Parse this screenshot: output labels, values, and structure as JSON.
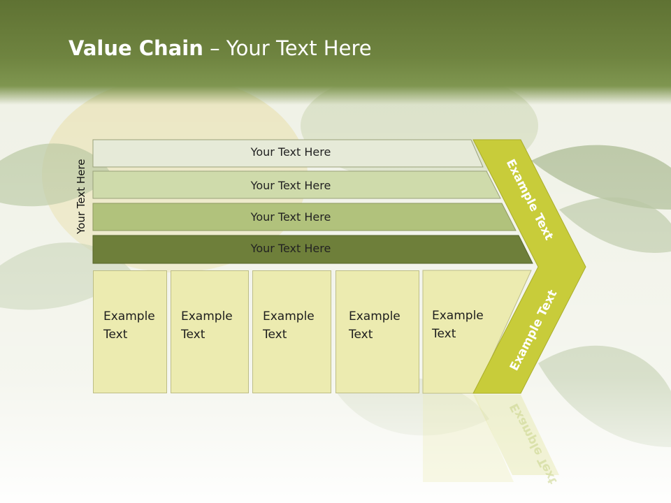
{
  "slide": {
    "title_bold": "Value Chain",
    "title_rest": " – Your Text Here",
    "vertical_label": "Your Text Here"
  },
  "bars": [
    {
      "label": "Your Text Here",
      "color": "#e6ead8"
    },
    {
      "label": "Your Text Here",
      "color": "#cfdbab"
    },
    {
      "label": "Your Text Here",
      "color": "#b1c27c"
    },
    {
      "label": "Your Text Here",
      "color": "#6e7f3a"
    }
  ],
  "boxes": [
    {
      "line1": "Example",
      "line2": "Text"
    },
    {
      "line1": "Example",
      "line2": "Text"
    },
    {
      "line1": "Example",
      "line2": "Text"
    },
    {
      "line1": "Example",
      "line2": "Text"
    },
    {
      "line1": "Example",
      "line2": "Text"
    }
  ],
  "chevron": {
    "upper_label": "Example Text",
    "lower_label": "Example Text",
    "color": "#c8cc3a"
  }
}
